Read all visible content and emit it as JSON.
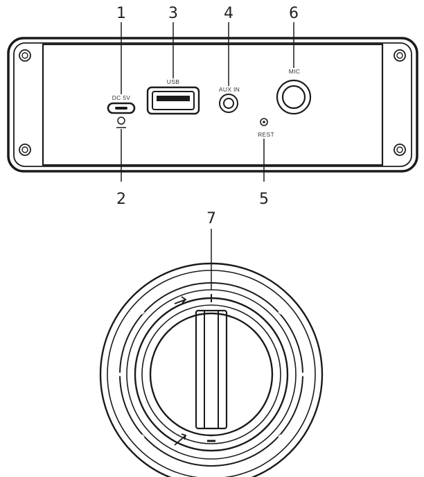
{
  "diagram": {
    "callouts": [
      {
        "id": "1",
        "label": "1"
      },
      {
        "id": "2",
        "label": "2"
      },
      {
        "id": "3",
        "label": "3"
      },
      {
        "id": "4",
        "label": "4"
      },
      {
        "id": "5",
        "label": "5"
      },
      {
        "id": "6",
        "label": "6"
      },
      {
        "id": "7",
        "label": "7"
      }
    ],
    "port_labels": {
      "dc": "DC 5V",
      "usb": "USB",
      "aux": "AUX IN",
      "mic": "MIC",
      "reset": "REST"
    }
  }
}
